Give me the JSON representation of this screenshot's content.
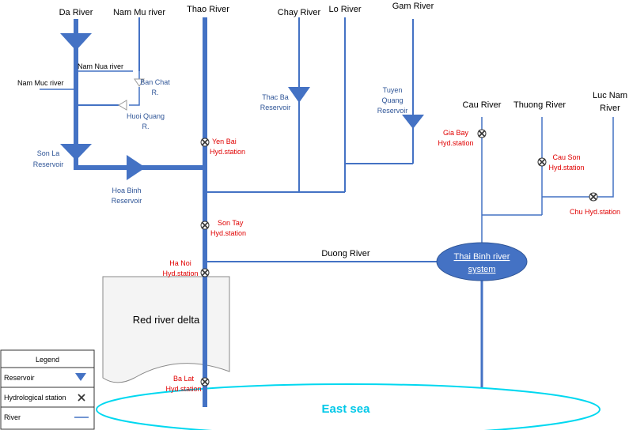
{
  "rivers": {
    "da": "Da River",
    "nam_mu": "Nam Mu river",
    "thao": "Thao River",
    "chay": "Chay River",
    "lo": "Lo River",
    "gam": "Gam River",
    "nam_nua": "Nam Nua river",
    "nam_muc": "Nam Muc river",
    "cau": "Cau River",
    "thuong": "Thuong River",
    "luc_nam_1": "Luc Nam",
    "luc_nam_2": "River",
    "duong": "Duong River"
  },
  "reservoirs": {
    "ban_chat_1": "Ban Chat",
    "ban_chat_2": "R.",
    "huoi_quang_1": "Huoi Quang",
    "huoi_quang_2": "R.",
    "son_la_1": "Son La",
    "son_la_2": "Reservoir",
    "hoa_binh_1": "Hoa Binh",
    "hoa_binh_2": "Reservoir",
    "thac_ba_1": "Thac Ba",
    "thac_ba_2": "Reservoir",
    "tuyen_quang_1": "Tuyen",
    "tuyen_quang_2": "Quang",
    "tuyen_quang_3": "Reservoir"
  },
  "stations": {
    "yen_bai_1": "Yen Bai",
    "yen_bai_2": "Hyd.station",
    "son_tay_1": "Son Tay",
    "son_tay_2": "Hyd.station",
    "ha_noi_1": "Ha Noi",
    "ha_noi_2": "Hyd.station",
    "ba_lat_1": "Ba Lat",
    "ba_lat_2": "Hyd.station",
    "gia_bay_1": "Gia Bay",
    "gia_bay_2": "Hyd.station",
    "cau_son_1": "Cau Son",
    "cau_son_2": "Hyd.station",
    "chu": "Chu Hyd.station"
  },
  "areas": {
    "delta": "Red river delta",
    "sea": "East sea",
    "thai_binh_1": "Thai Binh river",
    "thai_binh_2": "system"
  },
  "legend": {
    "title": "Legend",
    "reservoir": "Reservoir",
    "station": "Hydrological station",
    "river": "River"
  },
  "colors": {
    "river": "#4472c4",
    "reservoir_label": "#2f5597",
    "station_label": "#e00000",
    "sea_outline": "#00d8f0",
    "thai_binh_fill": "#4472c4"
  }
}
